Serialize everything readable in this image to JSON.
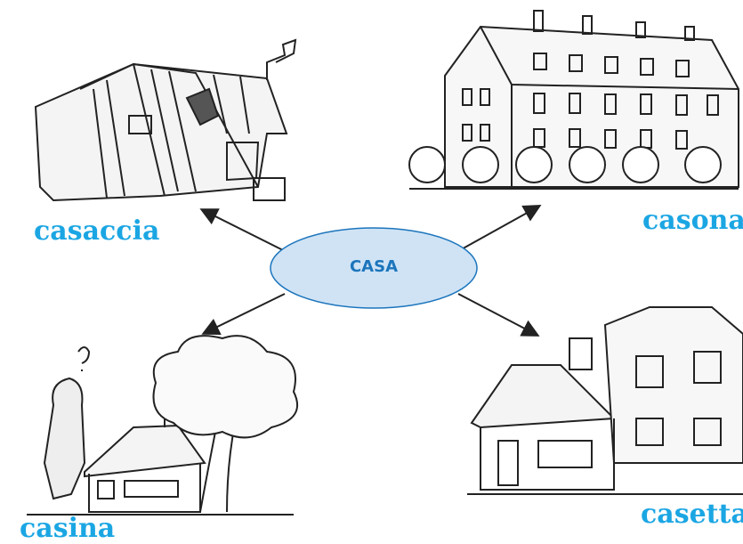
{
  "center": {
    "label": "CASA"
  },
  "nodes": {
    "casaccia": {
      "label": "casaccia"
    },
    "casona": {
      "label": "casona"
    },
    "casina": {
      "label": "casina"
    },
    "casetta": {
      "label": "casetta"
    }
  },
  "colors": {
    "label": "#1ba6e3",
    "center_text": "#1c75bc",
    "ellipse_fill": "#cfe3f5",
    "ellipse_stroke": "#1c75bc",
    "ink": "#222222"
  }
}
